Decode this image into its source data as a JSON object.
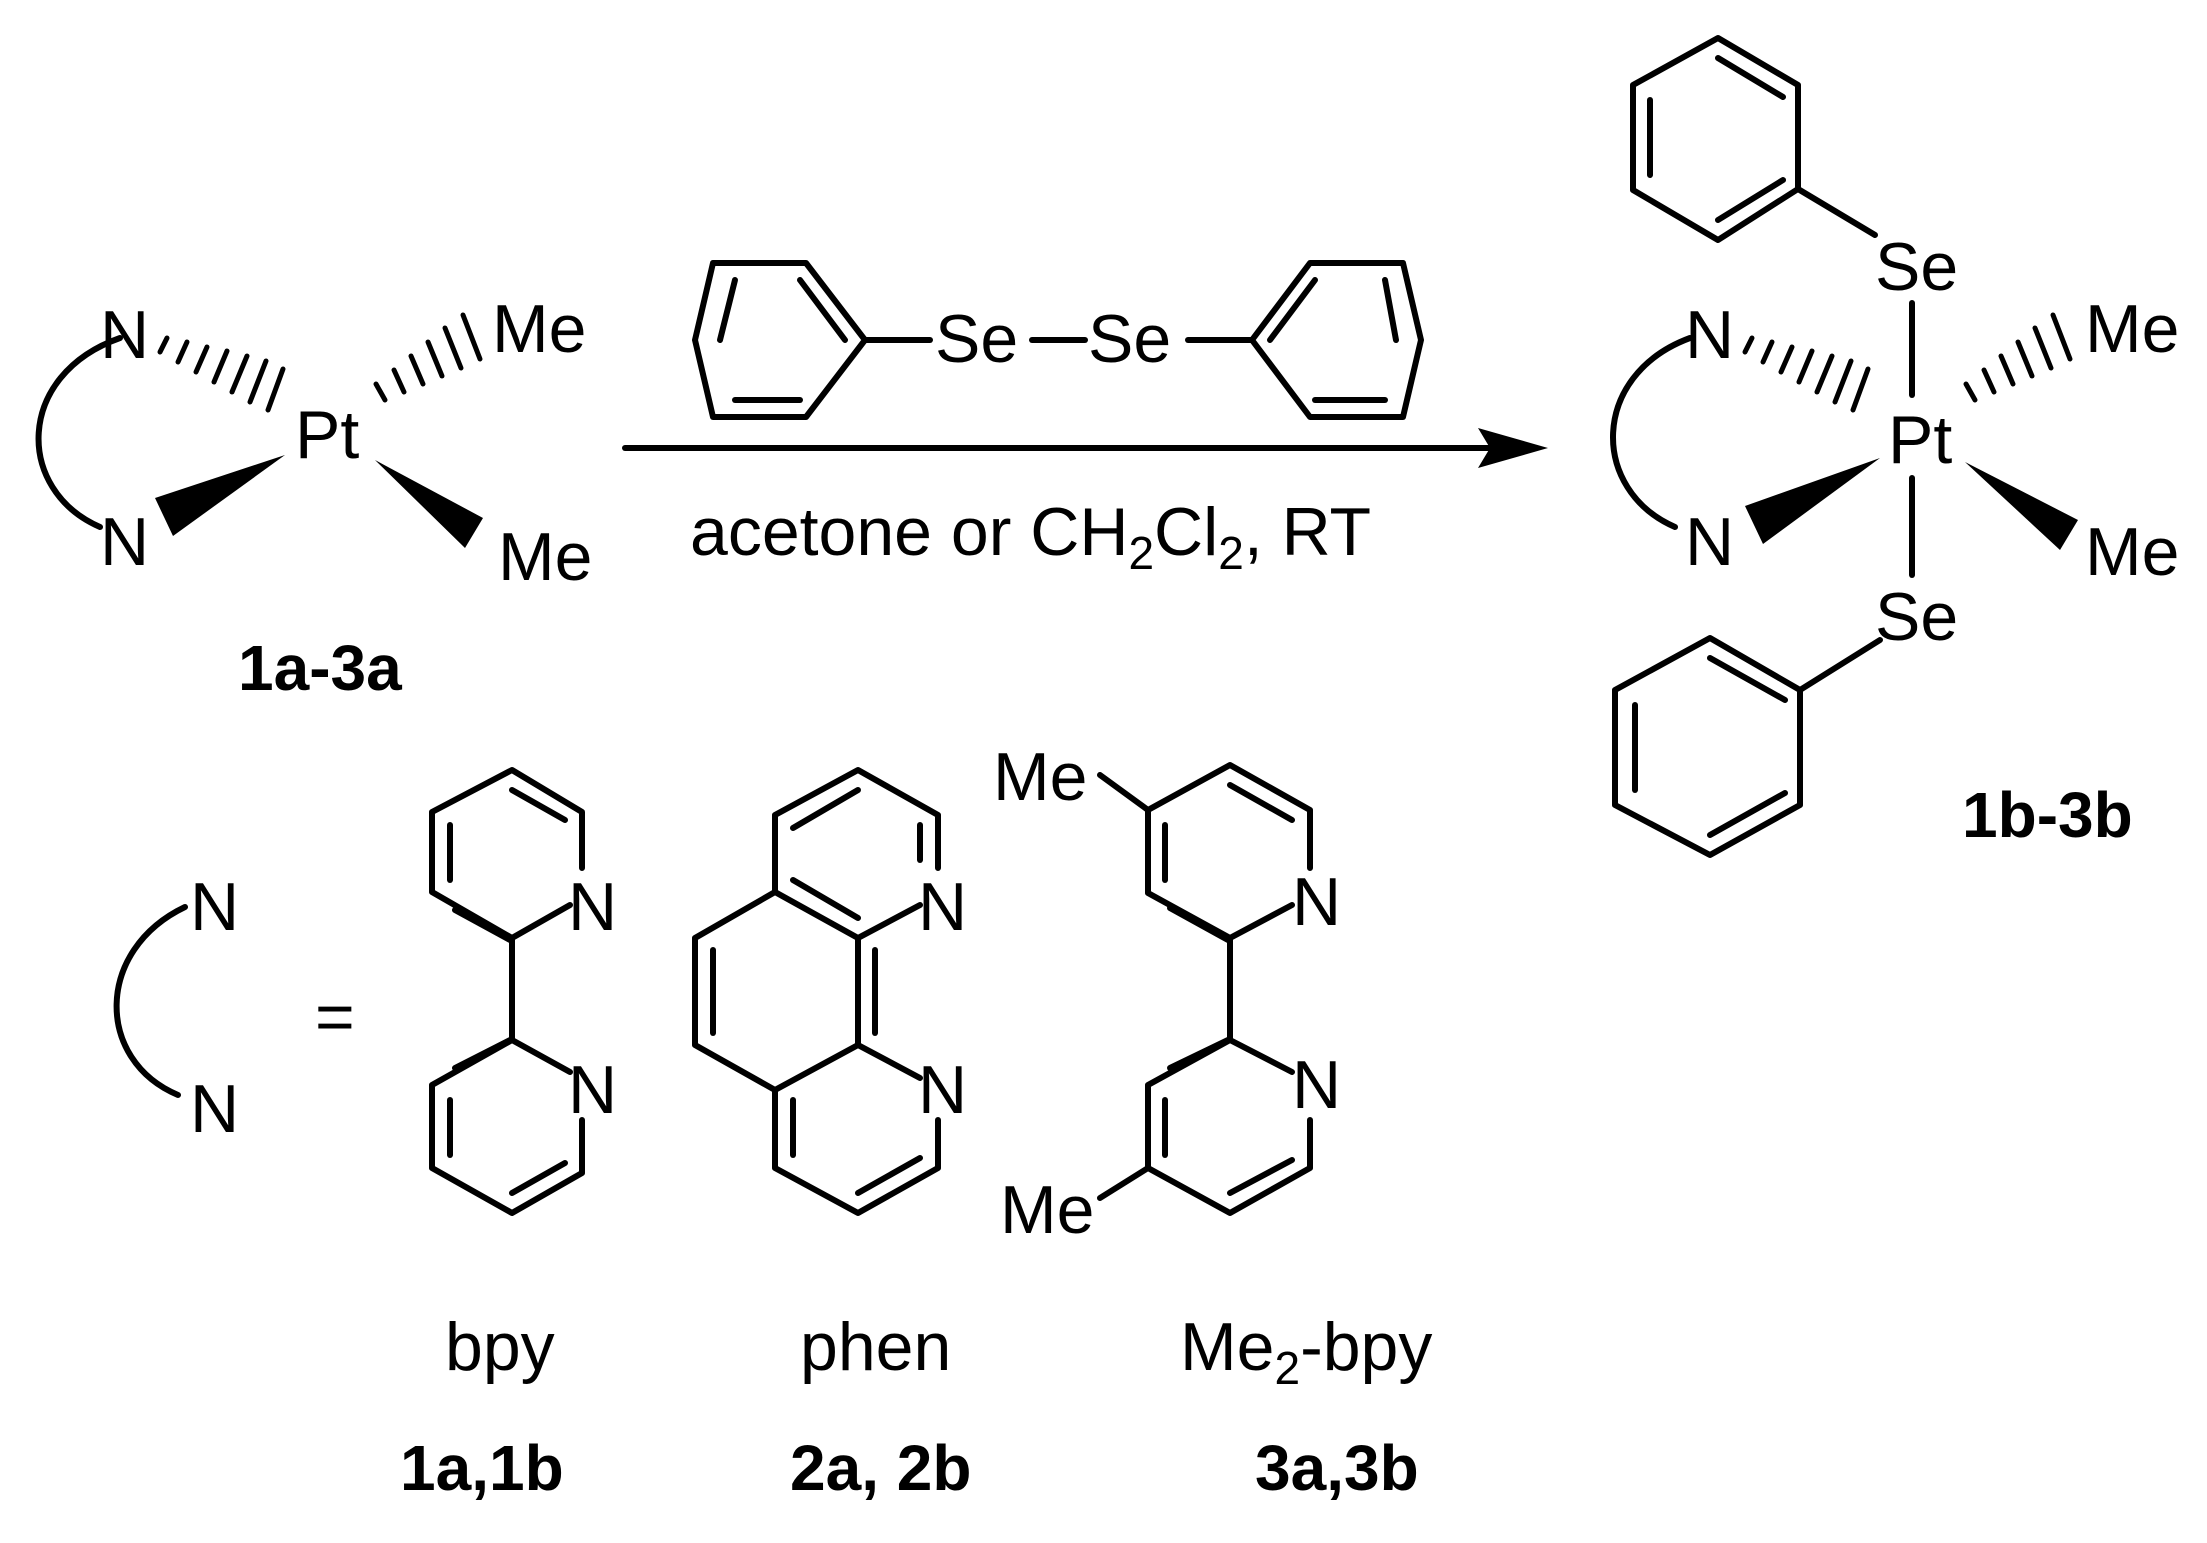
{
  "scheme": {
    "reactant": {
      "metal": "Pt",
      "ligand_atoms": [
        "N",
        "N"
      ],
      "methyl_labels": [
        "Me",
        "Me"
      ],
      "compound_label": "1a-3a"
    },
    "reagent": {
      "atoms": [
        "Se",
        "Se"
      ]
    },
    "conditions": {
      "prefix": "acetone or CH",
      "sub1": "2",
      "mid": "Cl",
      "sub2": "2",
      "suffix": ", RT"
    },
    "product": {
      "metal": "Pt",
      "ligand_atoms": [
        "N",
        "N"
      ],
      "methyl_labels": [
        "Me",
        "Me"
      ],
      "selenium_labels": [
        "Se",
        "Se"
      ],
      "compound_label": "1b-3b"
    },
    "ligand_key": {
      "atoms": [
        "N",
        "N"
      ],
      "equals": "="
    },
    "ligands": [
      {
        "name": "bpy",
        "numbers": "1a,1b",
        "atoms": [
          "N",
          "N"
        ]
      },
      {
        "name": "phen",
        "numbers": "2a, 2b",
        "atoms": [
          "N",
          "N"
        ]
      },
      {
        "name_main": "Me",
        "name_sub": "2",
        "name_rest": "-bpy",
        "numbers": "3a,3b",
        "atoms": [
          "N",
          "N"
        ],
        "methyl_labels": [
          "Me",
          "Me"
        ]
      }
    ]
  }
}
